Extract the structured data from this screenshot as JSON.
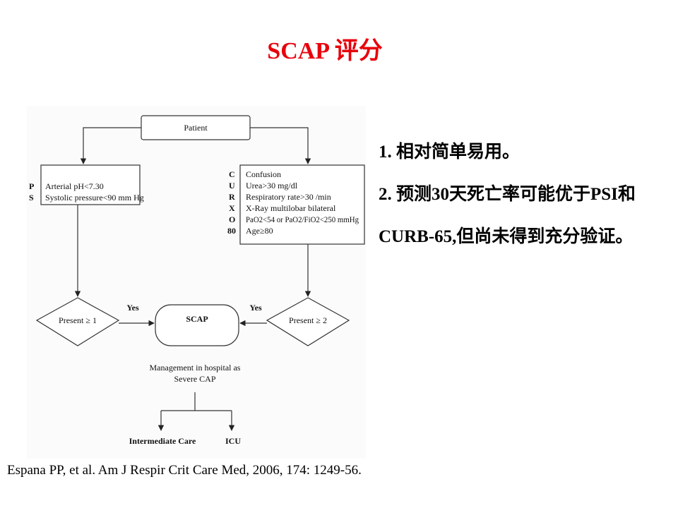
{
  "slide": {
    "title": "SCAP 评分",
    "points": [
      "1. 相对简单易用。",
      "2. 预测30天死亡率可能优于PSI和CURB-65,但尚未得到充分验证。"
    ],
    "citation": "Espana PP, et al. Am J Respir Crit Care Med, 2006, 174: 1249-56."
  },
  "flowchart": {
    "patient": "Patient",
    "left_letters": [
      "P",
      "S"
    ],
    "left_criteria": [
      "Arterial pH<7.30",
      "Systolic pressure<90 mm Hg"
    ],
    "right_letters": [
      "C",
      "U",
      "R",
      "X",
      "O",
      "80"
    ],
    "right_criteria": [
      "Confusion",
      "Urea>30 mg/dl",
      "Respiratory rate>30 /min",
      "X-Ray multilobar bilateral",
      "PaO2<54 or PaO2/FiO2<250 mmHg",
      "Age≥80"
    ],
    "left_decision": "Present ≥ 1",
    "right_decision": "Present ≥ 2",
    "yes_left": "Yes",
    "yes_right": "Yes",
    "center": "SCAP",
    "management_lines": [
      "Management in hospital as",
      "Severe CAP"
    ],
    "outcome_left": "Intermediate Care",
    "outcome_right": "ICU"
  }
}
